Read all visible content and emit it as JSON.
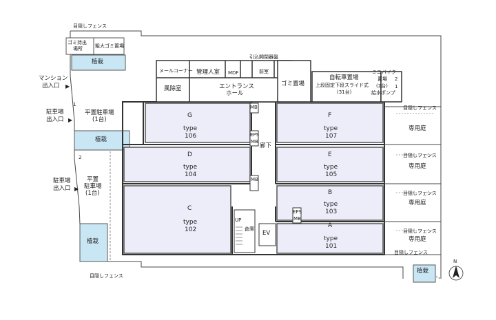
{
  "units": [
    {
      "id": "g",
      "letter": "G",
      "type_line": "type",
      "number": "106"
    },
    {
      "id": "f",
      "letter": "F",
      "type_line": "type",
      "number": "107"
    },
    {
      "id": "d",
      "letter": "D",
      "type_line": "type",
      "number": "104"
    },
    {
      "id": "e",
      "letter": "E",
      "type_line": "type",
      "number": "105"
    },
    {
      "id": "b",
      "letter": "B",
      "type_line": "type",
      "number": "103"
    },
    {
      "id": "c",
      "letter": "C",
      "type_line": "type",
      "number": "102"
    },
    {
      "id": "a",
      "letter": "A",
      "type_line": "type",
      "number": "101"
    }
  ],
  "rooms": {
    "mail_corner": "メールコーナー",
    "windbreak": "風除室",
    "manager": "管理人室",
    "mdf": "MDF",
    "front_room": "前室",
    "entrance_hall_1": "エントランス",
    "entrance_hall_2": "ホール",
    "garbage": "ゴミ置場",
    "bicycle_1": "自転車置場",
    "bicycle_2": "上段固定下段スライド式",
    "bicycle_3": "(31台)",
    "minibike_1": "ミニバイク",
    "minibike_2": "置場",
    "minibike_3": "(2台)",
    "water_pump": "給水ポンプ",
    "corridor": "廊下",
    "ev": "EV",
    "storage": "倉庫",
    "up": "UP",
    "eps": "EPS",
    "mb": "MB",
    "private_garden": "専用庭",
    "planting": "植栽",
    "garbage_collect_1": "ゴミ持出",
    "garbage_collect_2": "場所",
    "large_garbage": "粗大ゴミ置場",
    "parking_flat_1": "平置駐車場",
    "parking_flat_2": "(1台)",
    "parking2_1": "平置",
    "parking2_2": "駐車場",
    "parking2_3": "(1台)",
    "lead_in_valve": "引込開閉器盤"
  },
  "fence": "目隠しフェンス",
  "entrances": {
    "mansion_1": "マンション",
    "mansion_2": "出入口",
    "parking_1": "駐車場",
    "parking_2": "出入口",
    "arrow": "▶"
  },
  "numbers": {
    "one": "1",
    "two": "2"
  },
  "compass": "N"
}
